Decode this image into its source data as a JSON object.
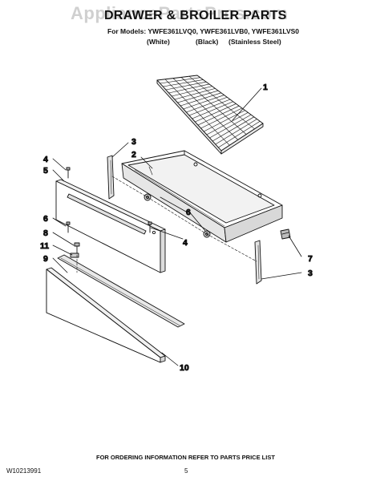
{
  "header": {
    "watermark": "AppliancePartsPros.com",
    "title": "DRAWER & BROILER PARTS",
    "models": "For Models: YWFE361LVQ0, YWFE361LVB0, YWFE361LVS0",
    "variants": [
      "(White)",
      "(Black)",
      "(Stainless Steel)"
    ]
  },
  "parts": {
    "rack": "1",
    "drawer_body": "2",
    "slide_rail_left": "3",
    "slide_rail_right": "3",
    "screw_top_left": "4",
    "screw_right": "4",
    "drawer_front_panel": "5",
    "roller_left": "6",
    "screw_lower_left": "6",
    "roller_right": "6",
    "glide": "7",
    "screw_bracket": "8",
    "bracket_bar": "9",
    "front_panel": "10",
    "clip": "11"
  },
  "footer": {
    "ordering_note": "FOR ORDERING INFORMATION REFER TO PARTS PRICE LIST",
    "doc_id": "W10213991",
    "page_number": "5"
  },
  "colors": {
    "line": "#111111",
    "fill_light": "#f4f4f4",
    "fill_mid": "#e2e2e2",
    "watermark": "#c8c8c8"
  }
}
